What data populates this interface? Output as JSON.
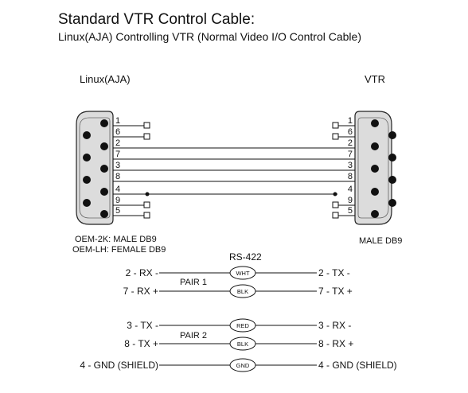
{
  "title": "Standard VTR Control Cable:",
  "subtitle": "Linux(AJA) Controlling VTR (Normal Video I/O Control Cable)",
  "left_connector": {
    "label": "Linux(AJA)",
    "type_line1": "OEM-2K: MALE DB9",
    "type_line2": "OEM-LH: FEMALE DB9",
    "pins": [
      "1",
      "6",
      "2",
      "7",
      "3",
      "8",
      "4",
      "9",
      "5"
    ]
  },
  "right_connector": {
    "label": "VTR",
    "type_line1": "MALE DB9",
    "pins": [
      "1",
      "6",
      "2",
      "7",
      "3",
      "8",
      "4",
      "9",
      "5"
    ]
  },
  "wiring": {
    "header": "RS-422",
    "pair1": "PAIR 1",
    "pair2": "PAIR 2",
    "rows": [
      {
        "left": "2 - RX -",
        "wire": "WHT",
        "right": "2 - TX -"
      },
      {
        "left": "7 - RX +",
        "wire": "BLK",
        "right": "7 - TX +"
      },
      {
        "left": "3 - TX -",
        "wire": "RED",
        "right": "3 - RX -"
      },
      {
        "left": "8 - TX +",
        "wire": "BLK",
        "right": "8 - RX +"
      },
      {
        "left": "4 - GND (SHIELD)",
        "wire": "GND",
        "right": "4 - GND (SHIELD)"
      }
    ]
  }
}
